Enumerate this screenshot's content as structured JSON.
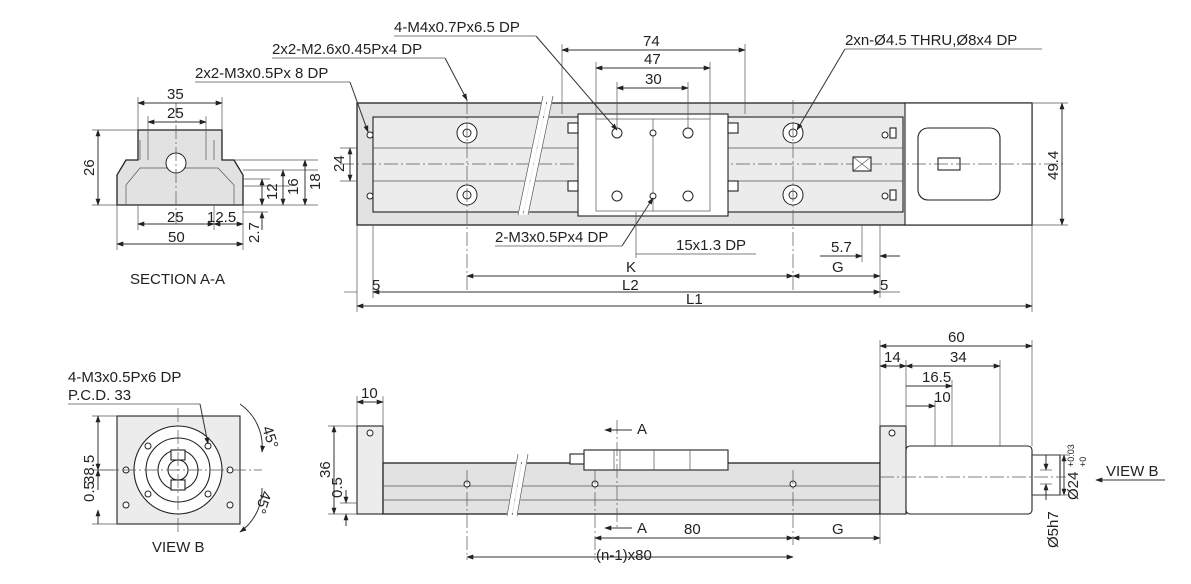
{
  "drawing": {
    "section_title": "SECTION A-A",
    "view_b_title": "VIEW B",
    "view_b_arrow_label": "VIEW B",
    "section_marker": "A",
    "top_view": {
      "callout_m4": "4-M4x0.7Px6.5 DP",
      "callout_m26": "2x2-M2.6x0.45Px4 DP",
      "callout_m3_8": "2x2-M3x0.5Px 8 DP",
      "callout_thru": "2xn-Ø4.5 THRU,Ø8x4 DP",
      "callout_m3_4": "2-M3x0.5Px4 DP",
      "callout_15": "15x1.3 DP",
      "dim_74": "74",
      "dim_47": "47",
      "dim_30": "30",
      "dim_24": "24",
      "dim_49_4": "49.4",
      "dim_5_7": "5.7",
      "dim_K": "K",
      "dim_G": "G",
      "dim_5_left": "5",
      "dim_5_right": "5",
      "dim_L2": "L2",
      "dim_L1": "L1"
    },
    "section_view": {
      "dim_35": "35",
      "dim_25_top": "25",
      "dim_26": "26",
      "dim_12": "12",
      "dim_16": "16",
      "dim_18": "18",
      "dim_25_bottom": "25",
      "dim_12_5": "12.5",
      "dim_50": "50",
      "dim_2_7": "2.7"
    },
    "end_view": {
      "callout_line1": "4-M3x0.5Px6 DP",
      "callout_line2": "P.C.D. 33",
      "dim_38_5": "38.5",
      "dim_0_5": "0.5",
      "angle_top": "45°",
      "angle_bottom": "45°"
    },
    "side_view": {
      "dim_10_left": "10",
      "dim_36": "36",
      "dim_0_5": "0.5",
      "dim_60": "60",
      "dim_14": "14",
      "dim_34": "34",
      "dim_16_5": "16.5",
      "dim_10_right": "10",
      "dim_80": "80",
      "dim_G": "G",
      "dim_n80": "(n-1)x80",
      "dim_24": "Ø24",
      "tol_24_upper": "+0.03",
      "tol_24_lower": "+0",
      "dim_5h7": "Ø5h7"
    }
  }
}
